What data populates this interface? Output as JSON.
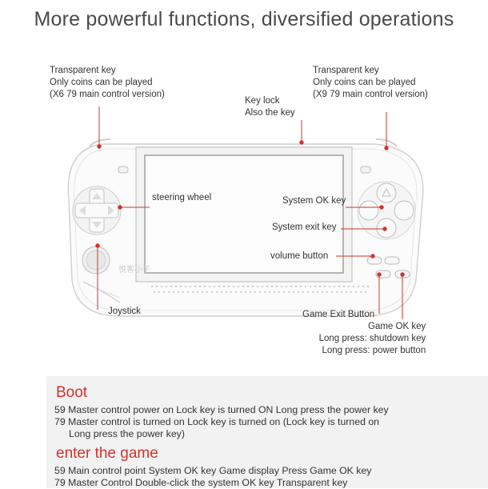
{
  "heading": "More powerful functions, diversified operations",
  "watermark": "悦客小子",
  "labels": {
    "transparent_left": [
      "Transparent key",
      "Only coins can be played",
      "(X6 79 main control version)"
    ],
    "transparent_right": [
      "Transparent key",
      "Only coins can be played",
      "(X9 79 main control version)"
    ],
    "key_lock": [
      "Key lock",
      "Also the key"
    ],
    "steering_wheel": "steering wheel",
    "joystick": "Joystick",
    "system_ok": "System OK key",
    "system_exit": "System exit key",
    "volume": "volume button",
    "game_exit": "Game Exit Button",
    "game_ok": [
      "Game OK key",
      "Long press: shutdown key",
      "Long press: power button"
    ]
  },
  "boot": {
    "title": "Boot",
    "line1": "59 Master control power on Lock key is turned ON Long press the power key",
    "line2": "79 Master control is turned on Lock key is turned on (Lock key is turned on",
    "line3": "Long press the power key)"
  },
  "enter_game": {
    "title": "enter the game",
    "line1": "59 Main control point System OK key Game display Press Game OK key",
    "line2": "79 Master Control Double-click the system OK key Transparent key"
  },
  "colors": {
    "callout": "#d4302b",
    "section_title": "#d6312a",
    "panel": "#f2f2f2"
  }
}
